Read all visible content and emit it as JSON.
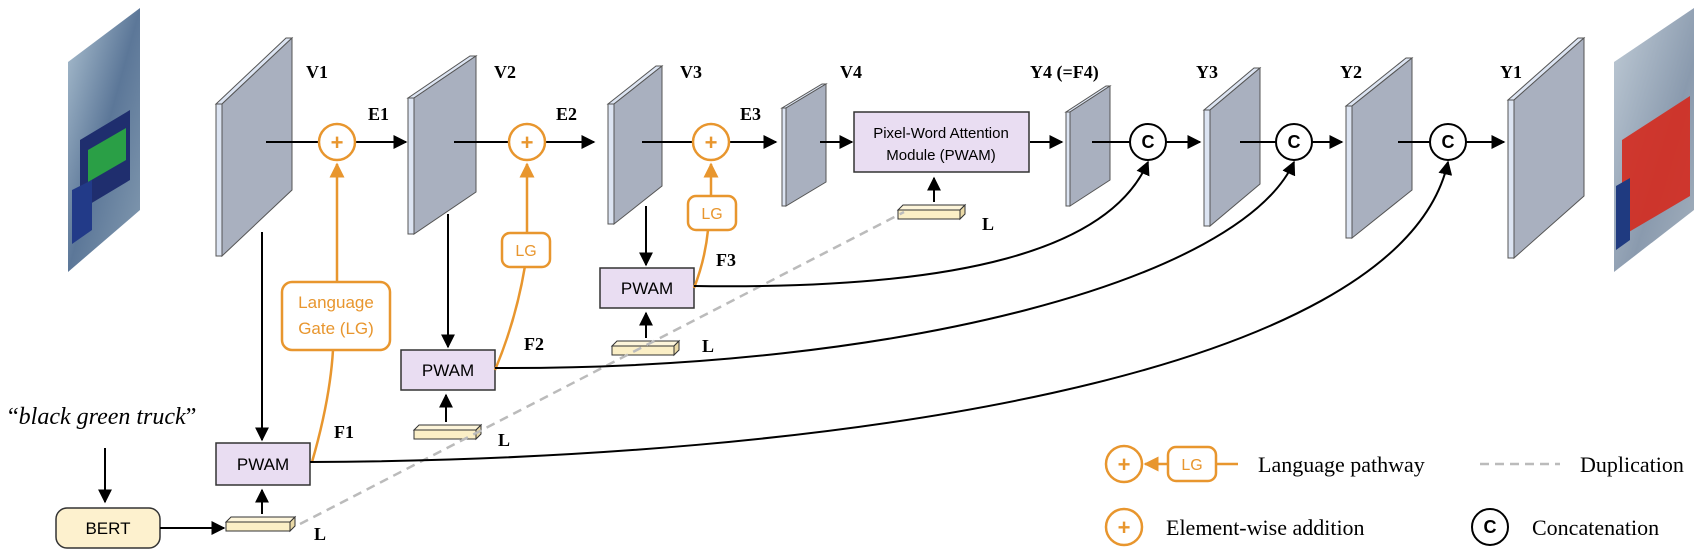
{
  "query_text": "black green truck",
  "bert_label": "BERT",
  "vision_features": [
    "V1",
    "V2",
    "V3",
    "V4"
  ],
  "encoder_labels": [
    "E1",
    "E2",
    "E3"
  ],
  "fused_features": [
    "F1",
    "F2",
    "F3"
  ],
  "decoder_features": [
    "Y4 (=F4)",
    "Y3",
    "Y2",
    "Y1"
  ],
  "pwam_label": "PWAM",
  "pwam_full_label_line1": "Pixel-Word Attention",
  "pwam_full_label_line2": "Module (PWAM)",
  "lg_label": "LG",
  "lg_full_label_line1": "Language",
  "lg_full_label_line2": "Gate (LG)",
  "language_feature_label": "L",
  "concat_symbol": "C",
  "add_symbol": "+",
  "legend": {
    "language_pathway": "Language pathway",
    "duplication": "Duplication",
    "element_wise_addition": "Element-wise addition",
    "concatenation": "Concatenation"
  },
  "colors": {
    "orange": "#E8962E",
    "pwam_fill": "#E9DDF2",
    "feature_fill": "#A9B0BF",
    "feature_side": "#DCE4F2",
    "token_fill": "#FBEFC6",
    "bert_fill": "#FDF1CE"
  }
}
